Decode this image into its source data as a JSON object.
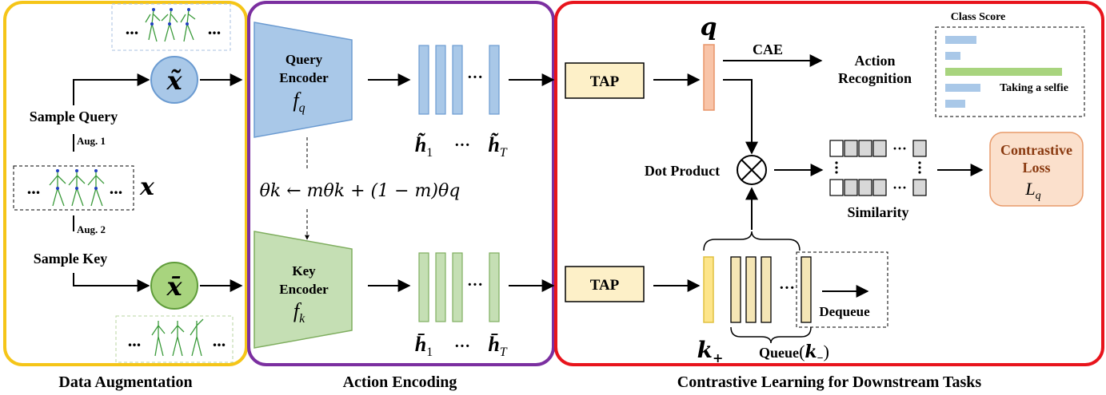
{
  "panels": {
    "data_augmentation": {
      "title": "Data Augmentation",
      "border_color": "#f5c518"
    },
    "action_encoding": {
      "title": "Action Encoding",
      "border_color": "#7b2fa0"
    },
    "contrastive_learning": {
      "title": "Contrastive Learning for Downstream Tasks",
      "border_color": "#e8141c"
    }
  },
  "augmentation": {
    "sample_query": "Sample Query",
    "sample_key": "Sample Key",
    "aug1": "Aug. 1",
    "aug2": "Aug. 2",
    "input_symbol": "x",
    "query_symbol": "x̃",
    "key_symbol": "x̄",
    "ellipsis": "..."
  },
  "encoders": {
    "query": {
      "line1": "Query",
      "line2": "Encoder",
      "symbol": "f",
      "subscript": "q",
      "color": "#a9c8e8",
      "stroke": "#6b9bd1"
    },
    "key": {
      "line1": "Key",
      "line2": "Encoder",
      "symbol": "f",
      "subscript": "k",
      "color": "#c5dfb4",
      "stroke": "#7fae5f"
    },
    "momentum_update": "θk ← mθk + (1 − m)θq"
  },
  "features": {
    "query_first": "h̃",
    "query_first_sub": "1",
    "query_last": "h̃",
    "query_last_sub": "T",
    "key_first": "h̄",
    "key_first_sub": "1",
    "key_last": "h̄",
    "key_last_sub": "T",
    "dots": "···"
  },
  "contrastive": {
    "tap": "TAP",
    "q_symbol": "q",
    "cae": "CAE",
    "action_recognition_line1": "Action",
    "action_recognition_line2": "Recognition",
    "dot_product": "Dot Product",
    "similarity": "Similarity",
    "loss_line1": "Contrastive",
    "loss_line2": "Loss",
    "loss_symbol": "L",
    "loss_sub": "q",
    "k_plus": "k",
    "k_plus_sub": "+",
    "queue": "Queue",
    "queue_k": "k",
    "queue_k_sub": "−",
    "dequeue": "Dequeue",
    "class_score": "Class Score",
    "selfie": "Taking a selfie"
  },
  "class_scores": [
    0.27,
    0.13,
    1.0,
    0.3,
    0.17
  ],
  "colors": {
    "tap_fill": "#fdf0c8",
    "q_fill": "#f8c4a8",
    "q_stroke": "#e8956a",
    "k_fill": "#fde58a",
    "queue_fill": "#f5e6b5",
    "loss_fill": "#fbe0cc",
    "loss_stroke": "#e89a6a",
    "score_bar": "#a9c8e8",
    "score_top": "#a8d47e"
  }
}
